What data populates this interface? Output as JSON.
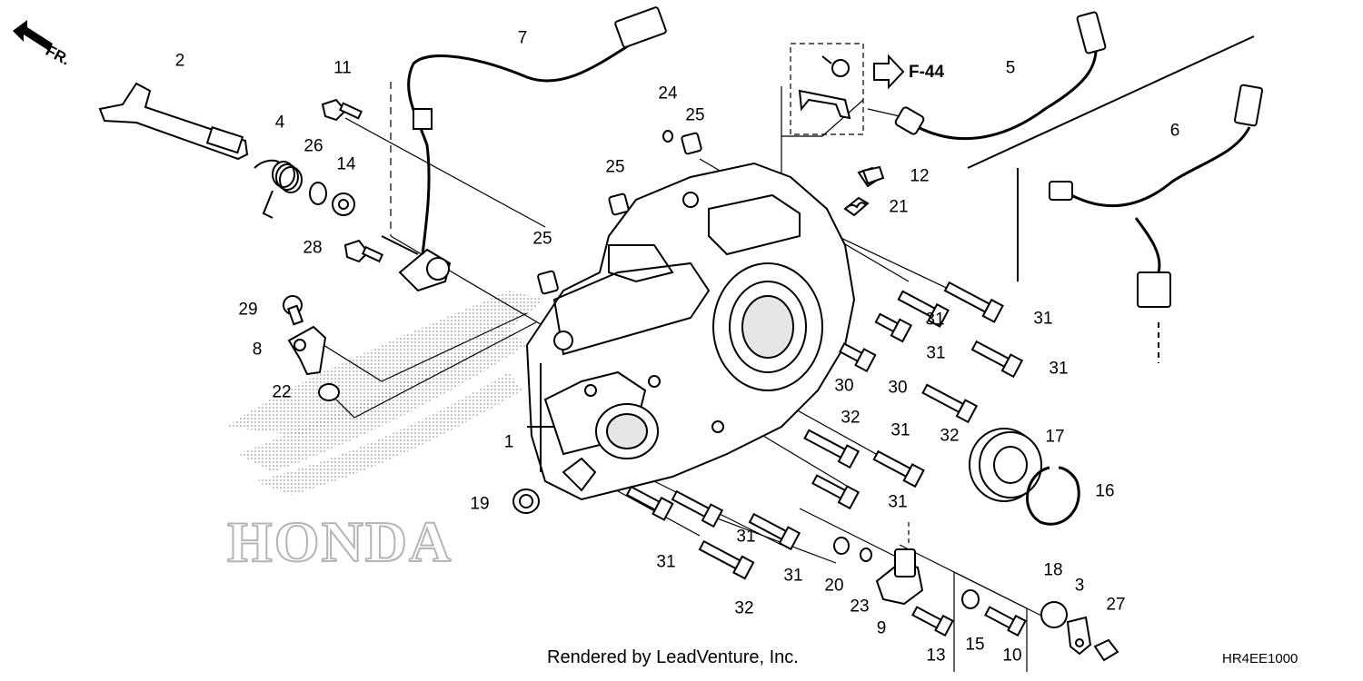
{
  "diagram": {
    "direction_label": "FR.",
    "reference_label": "F-44",
    "watermark_brand": "HONDA",
    "footer_text": "Rendered by LeadVenture, Inc.",
    "diagram_code": "HR4EE1000",
    "callouts": [
      "1",
      "2",
      "3",
      "4",
      "5",
      "6",
      "7",
      "8",
      "9",
      "10",
      "11",
      "12",
      "13",
      "14",
      "15",
      "16",
      "17",
      "18",
      "19",
      "20",
      "21",
      "22",
      "23",
      "24",
      "25",
      "25",
      "25",
      "26",
      "27",
      "28",
      "29",
      "30",
      "30",
      "31",
      "31",
      "31",
      "31",
      "31",
      "31",
      "31",
      "31",
      "31",
      "32",
      "32",
      "32"
    ]
  }
}
